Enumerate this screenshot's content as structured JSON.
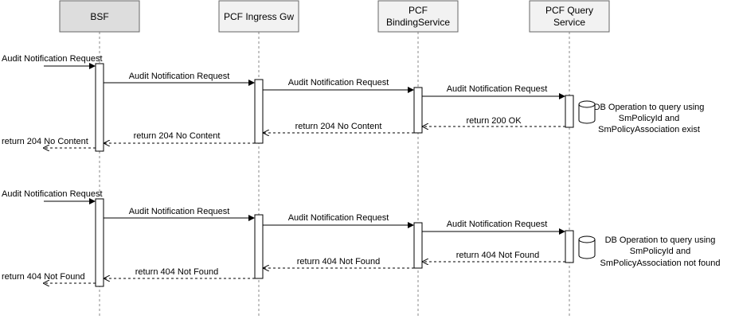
{
  "participants": [
    {
      "id": "bsf",
      "label": "BSF",
      "fill": "#dddddd"
    },
    {
      "id": "ingress",
      "label": "PCF Ingress Gw",
      "fill": "#f2f2f2"
    },
    {
      "id": "binding",
      "label_lines": [
        "PCF",
        "BindingService"
      ],
      "fill": "#f2f2f2"
    },
    {
      "id": "query",
      "label_lines": [
        "PCF Query",
        "Service"
      ],
      "fill": "#f2f2f2"
    }
  ],
  "flows": [
    {
      "request_in": "Audit Notification Request",
      "bsf_to_ingress": "Audit Notification Request",
      "ingress_to_binding": "Audit Notification Request",
      "binding_to_query": "Audit Notification Request",
      "db_note_lines": [
        "DB Operation to query using",
        "SmPolicyId and",
        "SmPolicyAssociation exist"
      ],
      "query_to_binding": "return 200 OK",
      "binding_to_ingress": "return 204 No Content",
      "ingress_to_bsf": "return 204 No Content",
      "response_out": "return 204 No Content"
    },
    {
      "request_in": "Audit Notification Request",
      "bsf_to_ingress": "Audit Notification Request",
      "ingress_to_binding": "Audit Notification Request",
      "binding_to_query": "Audit Notification Request",
      "db_note_lines": [
        "DB Operation to query using",
        "SmPolicyId and",
        "SmPolicyAssociation not found"
      ],
      "query_to_binding": "return 404 Not Found",
      "binding_to_ingress": "return 404 Not Found",
      "ingress_to_bsf": "return 404 Not Found",
      "response_out": "return 404 Not Found"
    }
  ]
}
